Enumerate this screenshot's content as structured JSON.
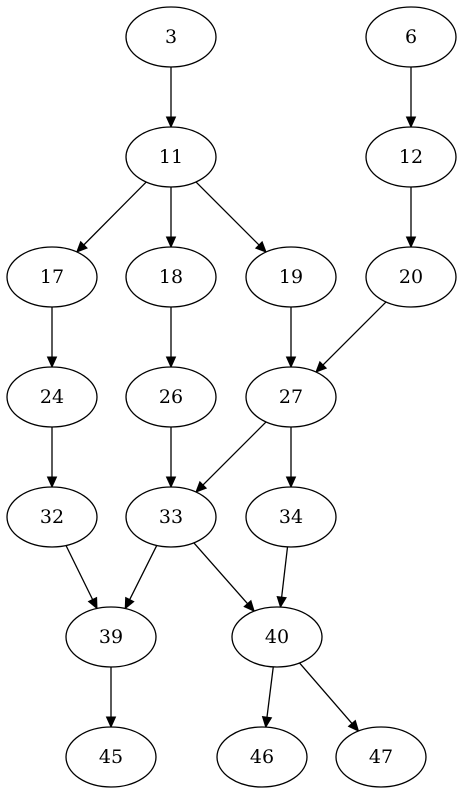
{
  "graph": {
    "type": "directed",
    "nodes": [
      {
        "id": "3",
        "label": "3"
      },
      {
        "id": "6",
        "label": "6"
      },
      {
        "id": "11",
        "label": "11"
      },
      {
        "id": "12",
        "label": "12"
      },
      {
        "id": "17",
        "label": "17"
      },
      {
        "id": "18",
        "label": "18"
      },
      {
        "id": "19",
        "label": "19"
      },
      {
        "id": "20",
        "label": "20"
      },
      {
        "id": "24",
        "label": "24"
      },
      {
        "id": "26",
        "label": "26"
      },
      {
        "id": "27",
        "label": "27"
      },
      {
        "id": "32",
        "label": "32"
      },
      {
        "id": "33",
        "label": "33"
      },
      {
        "id": "34",
        "label": "34"
      },
      {
        "id": "39",
        "label": "39"
      },
      {
        "id": "40",
        "label": "40"
      },
      {
        "id": "45",
        "label": "45"
      },
      {
        "id": "46",
        "label": "46"
      },
      {
        "id": "47",
        "label": "47"
      }
    ],
    "edges": [
      {
        "from": "3",
        "to": "11"
      },
      {
        "from": "6",
        "to": "12"
      },
      {
        "from": "11",
        "to": "17"
      },
      {
        "from": "11",
        "to": "18"
      },
      {
        "from": "11",
        "to": "19"
      },
      {
        "from": "12",
        "to": "20"
      },
      {
        "from": "17",
        "to": "24"
      },
      {
        "from": "18",
        "to": "26"
      },
      {
        "from": "19",
        "to": "27"
      },
      {
        "from": "20",
        "to": "27"
      },
      {
        "from": "24",
        "to": "32"
      },
      {
        "from": "26",
        "to": "33"
      },
      {
        "from": "27",
        "to": "33"
      },
      {
        "from": "27",
        "to": "34"
      },
      {
        "from": "32",
        "to": "39"
      },
      {
        "from": "33",
        "to": "39"
      },
      {
        "from": "33",
        "to": "40"
      },
      {
        "from": "34",
        "to": "40"
      },
      {
        "from": "39",
        "to": "45"
      },
      {
        "from": "40",
        "to": "46"
      },
      {
        "from": "40",
        "to": "47"
      }
    ]
  }
}
